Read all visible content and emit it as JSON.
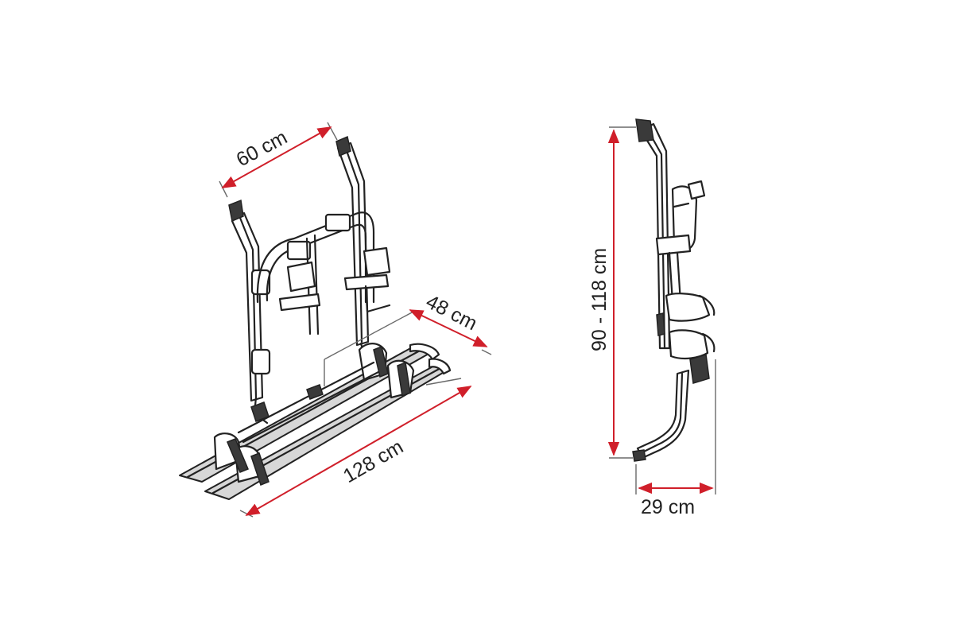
{
  "dimensions": {
    "width_top": "60 cm",
    "depth": "48 cm",
    "length": "128 cm",
    "height": "90 - 118 cm",
    "offset": "29 cm"
  },
  "colors": {
    "dimension_line": "#d01f2a",
    "drawing_ink": "#222222",
    "background": "#ffffff"
  }
}
